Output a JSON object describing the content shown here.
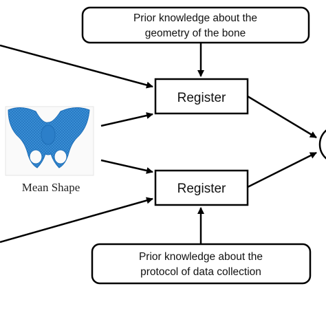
{
  "diagram": {
    "prior_top": {
      "line1": "Prior knowledge about the",
      "line2": "geometry of the bone"
    },
    "prior_bottom": {
      "line1": "Prior knowledge about the",
      "line2": "protocol of data collection"
    },
    "register_top": "Register",
    "register_bottom": "Register",
    "mean_shape_label": "Mean Shape",
    "colors": {
      "stroke": "#000000",
      "bone": "#3a8fd6",
      "bone_dark": "#1f6fb8",
      "background": "#ffffff"
    },
    "icons": {
      "mean_shape": "pelvis-bone-mesh-icon"
    }
  }
}
